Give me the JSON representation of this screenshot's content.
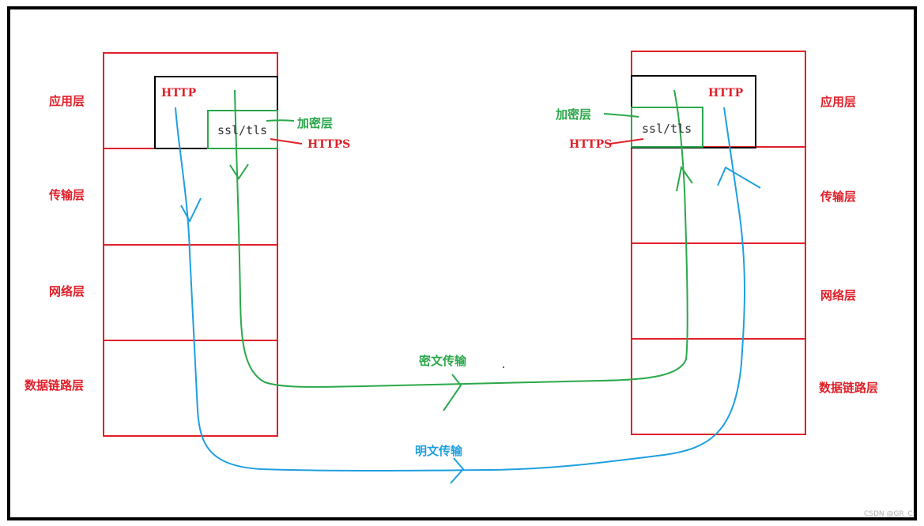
{
  "left_stack": {
    "layers": [
      "应用层",
      "传输层",
      "网络层",
      "数据链路层"
    ],
    "http": "HTTP",
    "ssl": "ssl/tls",
    "encrypt_layer": "加密层",
    "https": "HTTPS"
  },
  "right_stack": {
    "layers": [
      "应用层",
      "传输层",
      "网络层",
      "数据链路层"
    ],
    "http": "HTTP",
    "ssl": "ssl/tls",
    "encrypt_layer": "加密层",
    "https": "HTTPS"
  },
  "paths": {
    "cipher_label": "密文传输",
    "plain_label": "明文传输"
  },
  "colors": {
    "red": "#e0202a",
    "green": "#2aa84a",
    "blue": "#1e9fe0",
    "black": "#000000"
  },
  "watermark": "CSDN @GR_C"
}
